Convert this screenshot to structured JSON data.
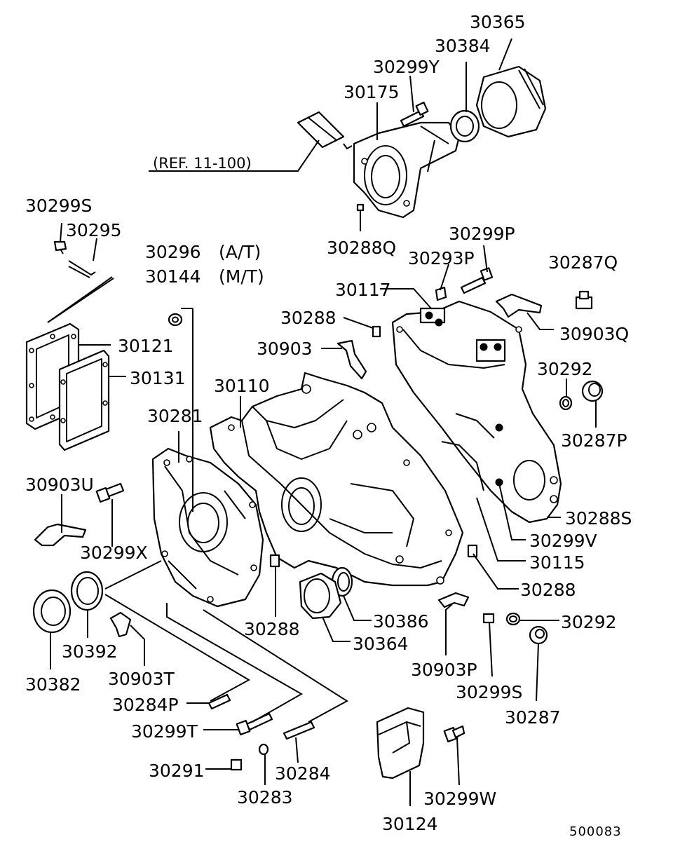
{
  "diagram": {
    "reference_label": "(REF. 11-100)",
    "variant_at": "(A/T)",
    "variant_mt": "(M/T)",
    "diagram_number": "500083",
    "parts": [
      "30365",
      "30384",
      "30299Y",
      "30175",
      "30288Q",
      "30299S",
      "30295",
      "30296",
      "30144",
      "30299P",
      "30293P",
      "30287Q",
      "30117",
      "30288",
      "30903Q",
      "30903",
      "30121",
      "30131",
      "30110",
      "30292",
      "30287P",
      "30281",
      "30903U",
      "30299X",
      "30288S",
      "30299V",
      "30115",
      "30288",
      "30386",
      "30364",
      "30288",
      "30292",
      "30392",
      "30382",
      "30903T",
      "30903P",
      "30299S",
      "30287",
      "30284P",
      "30299T",
      "30291",
      "30284",
      "30283",
      "30124",
      "30299W"
    ]
  }
}
